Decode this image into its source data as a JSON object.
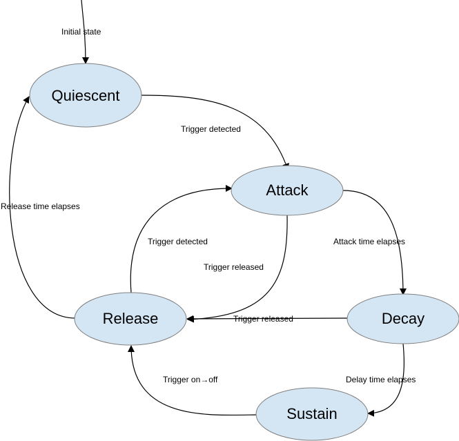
{
  "diagram": {
    "states": {
      "quiescent": "Quiescent",
      "attack": "Attack",
      "decay": "Decay",
      "sustain": "Sustain",
      "release": "Release"
    },
    "transitions": {
      "initial": "Initial state",
      "quiescent_to_attack": "Trigger detected",
      "attack_to_decay": "Attack time elapses",
      "decay_to_sustain": "Delay time elapses",
      "sustain_to_release": "Trigger on→off",
      "decay_to_release": "Trigger released",
      "attack_to_release": "Trigger released",
      "release_to_attack": "Trigger detected",
      "release_to_quiescent": "Release time elapses"
    },
    "colors": {
      "state_fill": "#d4e6f4",
      "state_stroke": "#7f7f7f",
      "edge": "#000000"
    }
  }
}
